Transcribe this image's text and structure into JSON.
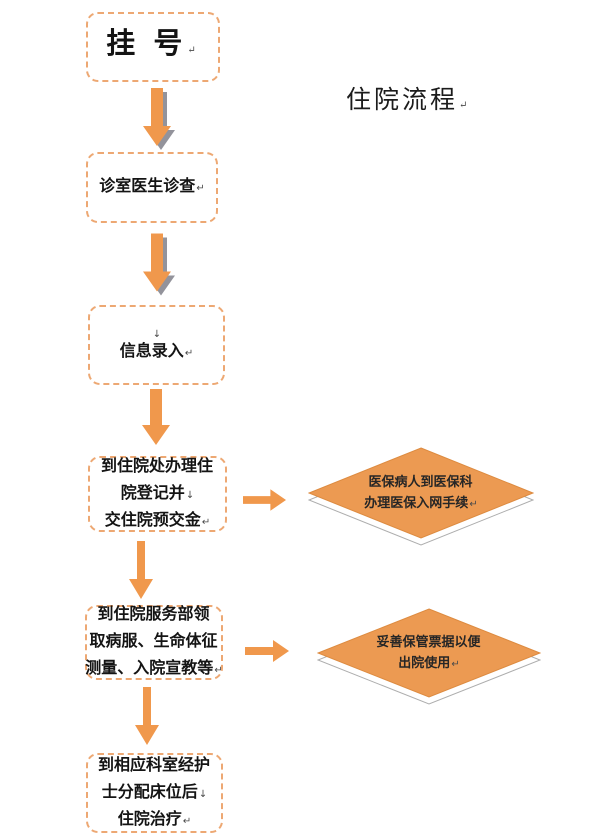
{
  "colors": {
    "arrow_orange": "#F0984C",
    "box_border_orange": "#EDA873",
    "diamond_fill": "#EC9A52",
    "diamond_edge": "#DD8B40",
    "shadow_gray": "#93939B",
    "text_dark": "#141414"
  },
  "flowchart": {
    "title": {
      "text": "住院流程",
      "mark": "↵"
    },
    "nodes": {
      "register": {
        "lines": [
          {
            "text": "挂 号",
            "mark": "↵"
          }
        ]
      },
      "exam": {
        "lines": [
          {
            "text": "诊室医生诊查",
            "mark": "↵"
          }
        ]
      },
      "info_entry": {
        "lines": [
          {
            "text": "",
            "mark": "↓"
          },
          {
            "text": "信息录入",
            "mark": "↵"
          }
        ]
      },
      "admission_register": {
        "lines": [
          {
            "text": "到住院处办理住",
            "mark": ""
          },
          {
            "text": "院登记并",
            "mark": "↓"
          },
          {
            "text": "交住院预交金",
            "mark": "↵"
          }
        ]
      },
      "service_dept": {
        "lines": [
          {
            "text": "到住院服务部领",
            "mark": ""
          },
          {
            "text": "取病服、生命体征",
            "mark": ""
          },
          {
            "text": "测量、入院宣教等",
            "mark": "↵"
          }
        ]
      },
      "ward_treatment": {
        "lines": [
          {
            "text": "到相应科室经护",
            "mark": ""
          },
          {
            "text": "士分配床位后",
            "mark": "↓"
          },
          {
            "text": "住院治疗",
            "mark": "↵"
          }
        ]
      }
    },
    "callouts": {
      "insurance": {
        "lines": [
          {
            "text": "医保病人到医保科",
            "mark": ""
          },
          {
            "text": "办理医保入网手续",
            "mark": "↵"
          }
        ]
      },
      "receipts": {
        "lines": [
          {
            "text": "妥善保管票据以便",
            "mark": ""
          },
          {
            "text": "出院使用",
            "mark": "↵"
          }
        ]
      }
    }
  }
}
